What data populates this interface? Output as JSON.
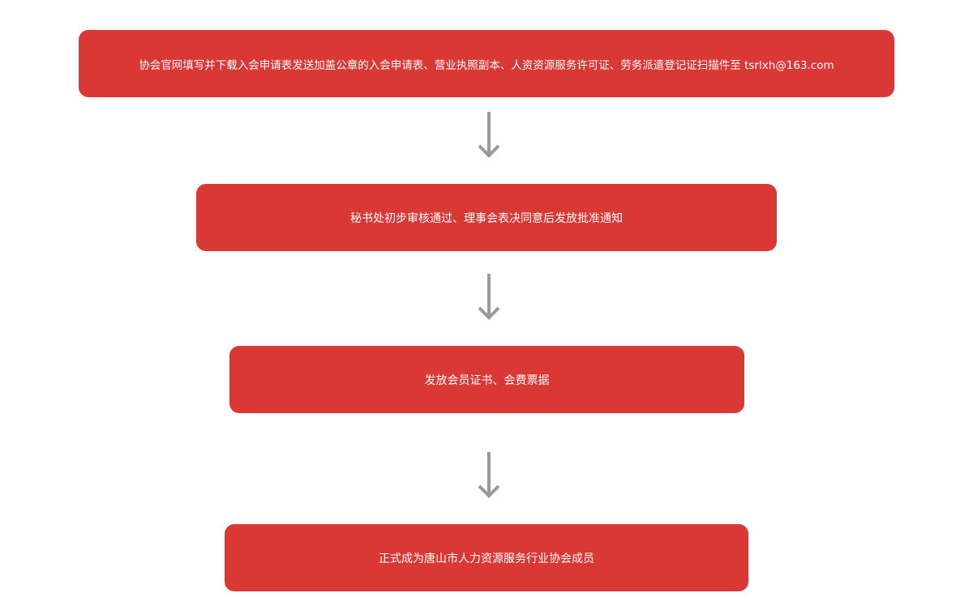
{
  "flowchart": {
    "steps": [
      {
        "label": "协会官网填写并下载入会申请表发送加盖公章的入会申请表、营业执照副本、人资资源服务许可证、劳务派遣登记证扫描件至 tsrlxh@163.com"
      },
      {
        "label": "秘书处初步审核通过、理事会表决同意后发放批准通知"
      },
      {
        "label": "发放会员证书、会费票据"
      },
      {
        "label": "正式成为唐山市人力资源服务行业协会成员"
      }
    ],
    "arrow_icon": "arrow-down-icon",
    "colors": {
      "step_fill": "#d93834",
      "step_text": "#ffffff",
      "arrow": "#999999",
      "background": "#ffffff"
    }
  }
}
